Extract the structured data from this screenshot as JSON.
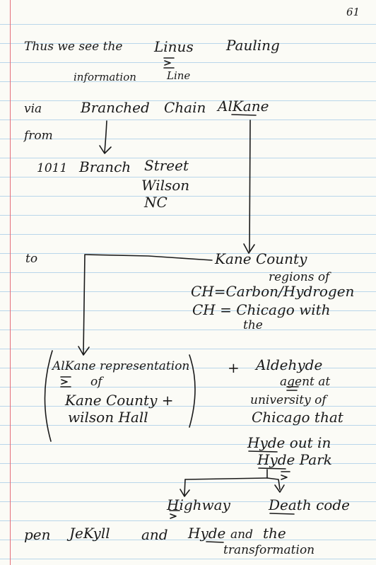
{
  "page_number": "61",
  "lines": {
    "l1a": "Thus we see the",
    "l1b": "Linus",
    "l1c": "Pauling",
    "l2a": "information",
    "l2b": "Line",
    "l3a": "via",
    "l3b": "Branched",
    "l3c": "Chain",
    "l3d": "AlKane",
    "l4": "from",
    "l5a": "1011",
    "l5b": "Branch",
    "l5c": "Street",
    "l6": "Wilson",
    "l7": "NC",
    "l8": "to",
    "l9": "Kane County",
    "l10": "regions of",
    "l11": "CH=Carbon/Hydrogen",
    "l12": "CH = Chicago with",
    "l13": "the",
    "l14": "AlKane representation",
    "l15": "of",
    "l16": "Kane County +",
    "l17": "wilson Hall",
    "l18": "+",
    "l19": "Aldehyde",
    "l20": "agent at",
    "l21": "university of",
    "l22": "Chicago that",
    "l23": "Hyde out in",
    "l24": "Hyde Park",
    "l25": "Highway",
    "l26": "Death code",
    "l27a": "pen",
    "l27b": "JeKyll",
    "l27c": "and",
    "l27d": "Hyde",
    "l27e": "and",
    "l27f": "the",
    "l28": "transformation"
  }
}
